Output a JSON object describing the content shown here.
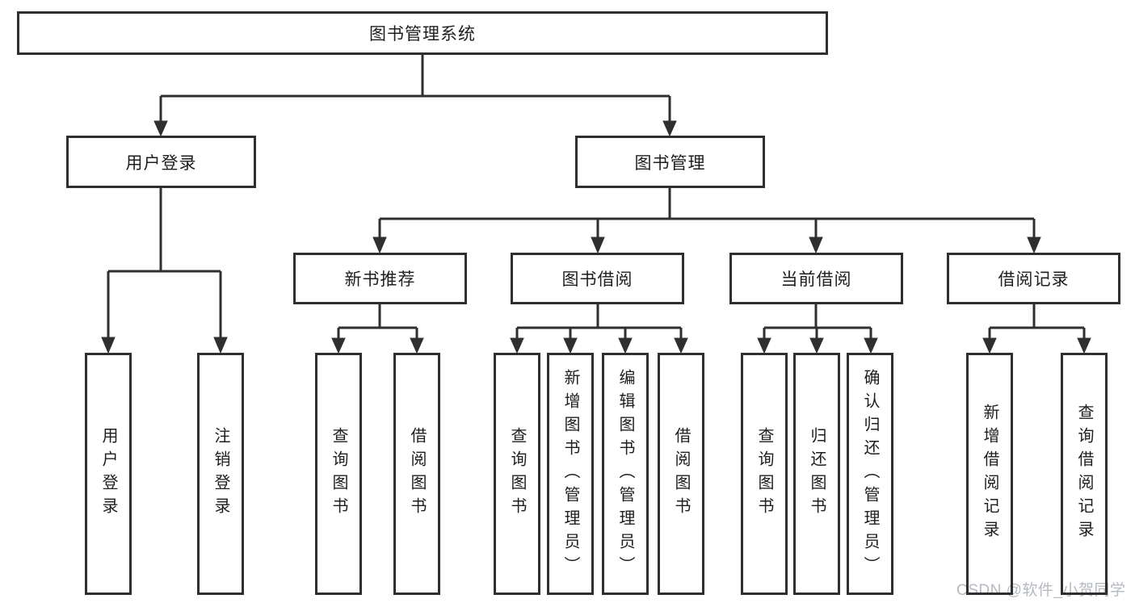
{
  "diagram": {
    "root": {
      "label": "图书管理系统"
    },
    "level2": [
      {
        "label": "用户登录"
      },
      {
        "label": "图书管理"
      }
    ],
    "level3": [
      {
        "label": "新书推荐",
        "parent": "图书管理"
      },
      {
        "label": "图书借阅",
        "parent": "图书管理"
      },
      {
        "label": "当前借阅",
        "parent": "图书管理"
      },
      {
        "label": "借阅记录",
        "parent": "图书管理"
      }
    ],
    "leaves": [
      {
        "label": "用户登录",
        "parent": "用户登录"
      },
      {
        "label": "注销登录",
        "parent": "用户登录"
      },
      {
        "label": "查询图书",
        "parent": "新书推荐"
      },
      {
        "label": "借阅图书",
        "parent": "新书推荐"
      },
      {
        "label": "查询图书",
        "parent": "图书借阅"
      },
      {
        "label": "新增图书（管理员）",
        "parent": "图书借阅"
      },
      {
        "label": "编辑图书（管理员）",
        "parent": "图书借阅"
      },
      {
        "label": "借阅图书",
        "parent": "图书借阅"
      },
      {
        "label": "查询图书",
        "parent": "当前借阅"
      },
      {
        "label": "归还图书",
        "parent": "当前借阅"
      },
      {
        "label": "确认归还（管理员）",
        "parent": "当前借阅"
      },
      {
        "label": "新增借阅记录",
        "parent": "借阅记录"
      },
      {
        "label": "查询借阅记录",
        "parent": "借阅记录"
      }
    ]
  },
  "watermark": {
    "text": "CSDN @软件_小贺同学",
    "color": "#b5b9c0"
  },
  "colors": {
    "line": "#2f2f2f",
    "text": "#1e1e1e",
    "background": "#ffffff"
  }
}
